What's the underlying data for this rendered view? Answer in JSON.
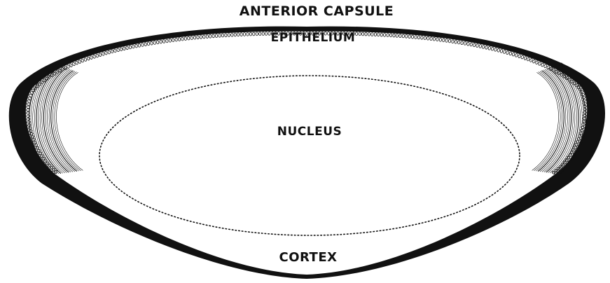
{
  "labels": {
    "anterior_capsule": "ANTERIOR CAPSULE",
    "epithelium": "EPITHELIUM",
    "nucleus": "NUCLEUS",
    "cortex": "CORTEX"
  },
  "colors": {
    "ink": "#111111",
    "background": "#ffffff"
  }
}
